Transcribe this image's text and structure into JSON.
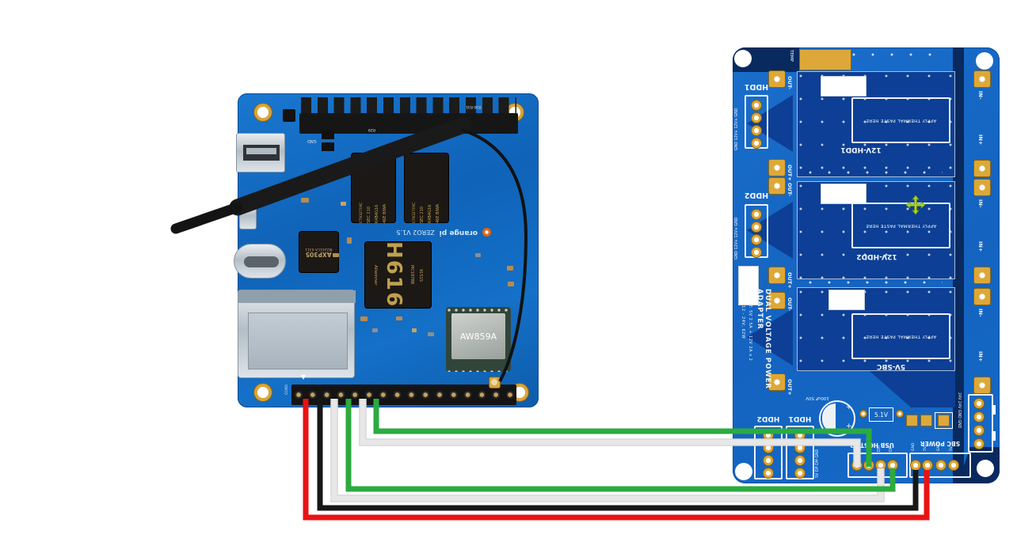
{
  "diagram": {
    "description": "Orange Pi Zero2 board wired to dual voltage power adapter PCB"
  },
  "pi_board": {
    "brand": "orange pi",
    "model": "ZERO2 V1.5",
    "soc": {
      "logo": "Allwinner",
      "part": "H616",
      "code1": "MC187BB",
      "code2": "9151S"
    },
    "pmic": {
      "part": "AXP305",
      "code": "M2241CA 6311"
    },
    "wifi_module": "AW859A",
    "ram": {
      "line1": "SEC 210",
      "line2": "K4B4G16",
      "line3": "46E BIWA",
      "side": "E7N3270KC"
    },
    "refs": {
      "gnd": "GND",
      "r29": "R29",
      "r30_r31": "R30 R31",
      "con5": "CON5"
    }
  },
  "adapter_board": {
    "temp_pad": "TEMP",
    "title": "DUAL VOLTAGE POWER ADAPTER",
    "input_spec": "INPUT: 12 - 24V, 62W",
    "output_spec": "OUTPUT: 5V 2.5A + 12V 2A x 2",
    "sections": [
      {
        "label": "12V-HDD1",
        "paste_note": "APPLY THERMAL PASTE HERE"
      },
      {
        "label": "12V-HDD2",
        "paste_note": "APPLY THERMAL PASTE HERE"
      },
      {
        "label": "5V-SBC",
        "paste_note": "APPLY THERMAL PASTE HERE"
      }
    ],
    "hdd_outputs": [
      {
        "label": "HDD1",
        "pinout": "GND 12V+ 12V+ GND"
      },
      {
        "label": "HDD2",
        "pinout": "GND 12V+ 12V+ GND"
      }
    ],
    "out_labels": [
      "OUT-",
      "OUT+",
      "OUT-",
      "OUT+",
      "OUT-",
      "OUT+"
    ],
    "in_labels": [
      "IN-",
      "IN+",
      "IN-",
      "IN+",
      "IN-",
      "IN+"
    ],
    "capacitor": "100uF 50V",
    "regulator": "5.1V",
    "bottom": {
      "hdd2": "HDD2",
      "hdd1": "HDD1",
      "aux_pinout": "5V DP DM GND",
      "usb_host": {
        "label": "USB HOST",
        "multiplier": "x2",
        "pins": [
          "DM",
          "DP"
        ]
      },
      "sbc_power": {
        "label": "SBC POWER",
        "pins": [
          "GND",
          "5V",
          "GND",
          "5V"
        ]
      },
      "dc_in_pinout": "24V 24V GND GND"
    }
  },
  "wires": [
    {
      "name": "5v-power-wire",
      "color": "#e81313"
    },
    {
      "name": "gnd-wire",
      "color": "#171717"
    },
    {
      "name": "usb1-dm-wire",
      "color": "#e7e7e7"
    },
    {
      "name": "usb1-dp-wire",
      "color": "#2cab3f"
    },
    {
      "name": "usb2-dm-wire",
      "color": "#e7e7e7"
    },
    {
      "name": "usb2-dp-wire",
      "color": "#2cab3f"
    }
  ],
  "colors": {
    "adapter_base": "#1565c4",
    "adapter_dark": "#082a5e",
    "adapter_section": "#0c3f95",
    "pad_gold": "#dda839",
    "pi_blue": "#1470c8",
    "cursor_green": "#a6d42a"
  }
}
